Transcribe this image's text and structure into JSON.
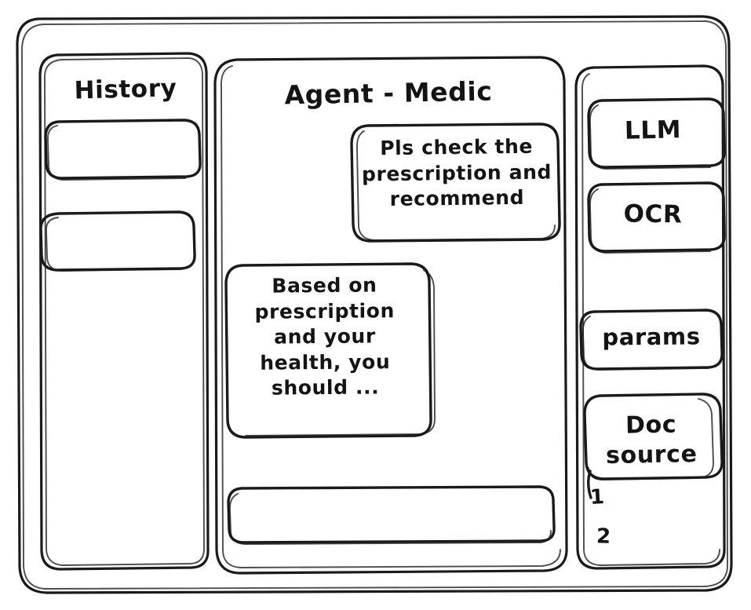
{
  "window": {
    "name": "agent-medic-wireframe",
    "style": "hand-drawn-wireframe",
    "stroke_color": "#1a1a1a",
    "background_color": "#ffffff"
  },
  "sidebar": {
    "title": "History",
    "items": [
      {
        "label": "",
        "name": "history-item-1"
      },
      {
        "label": "",
        "name": "history-item-2"
      }
    ]
  },
  "main": {
    "title": "Agent - Medic",
    "messages": [
      {
        "role": "user",
        "text": "Pls check the prescription and recommend",
        "align": "right"
      },
      {
        "role": "agent",
        "text": "Based on prescription and your health, you should ...",
        "align": "left"
      }
    ],
    "composer": {
      "value": "",
      "placeholder": ""
    }
  },
  "tools": {
    "items": [
      {
        "label": "LLM",
        "name": "tool-llm"
      },
      {
        "label": "OCR",
        "name": "tool-ocr"
      },
      {
        "label": "params",
        "name": "tool-params"
      }
    ],
    "doc_source": {
      "label": "Doc\nsource",
      "line1": "Doc",
      "line2": "source",
      "entries": [
        "1",
        "2"
      ]
    }
  }
}
